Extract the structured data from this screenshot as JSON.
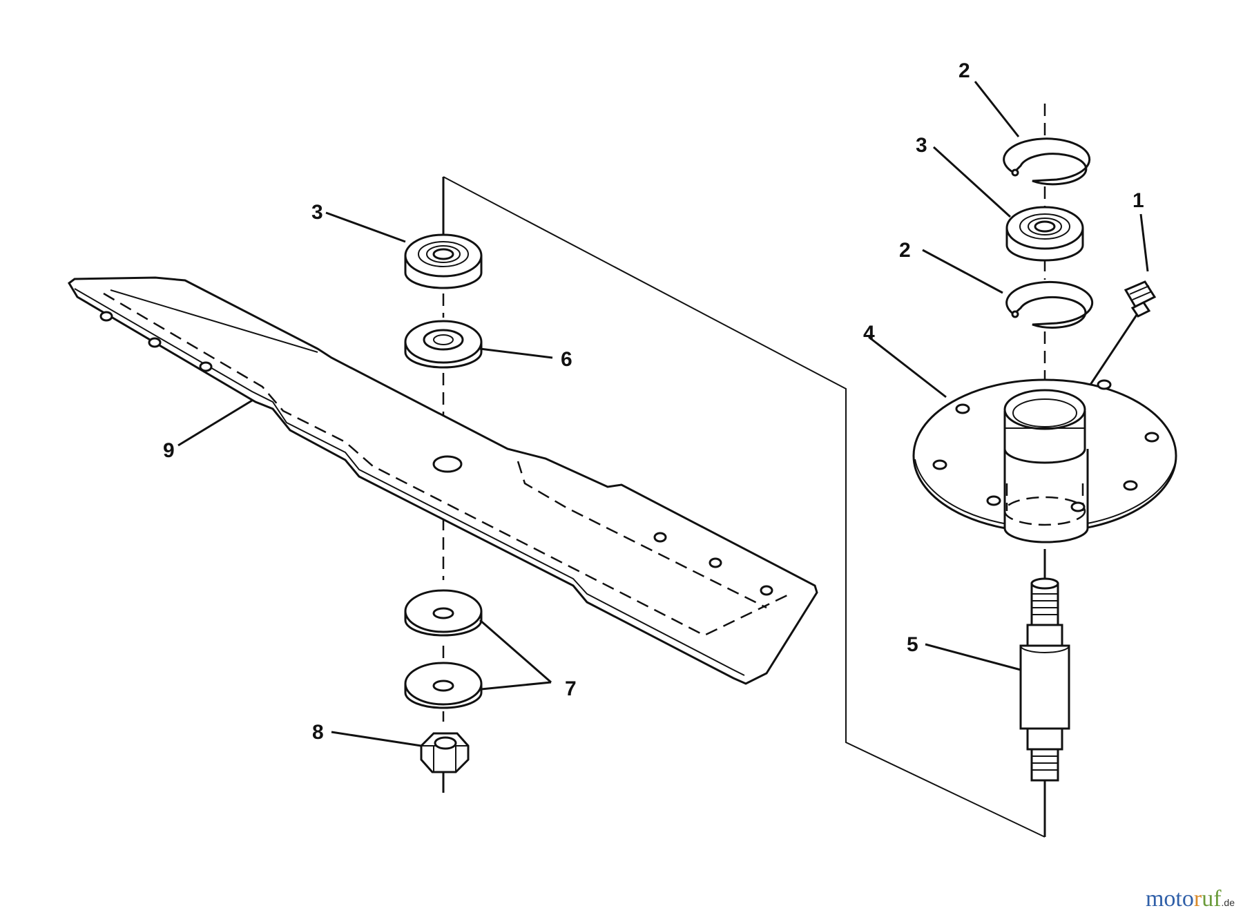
{
  "callouts": {
    "c1": "1",
    "c2a": "2",
    "c2b": "2",
    "c3a": "3",
    "c3b": "3",
    "c4": "4",
    "c5": "5",
    "c6": "6",
    "c7": "7",
    "c8": "8",
    "c9": "9"
  },
  "watermark": {
    "part1": "moto",
    "part2": "r",
    "part3": "uf",
    "tld": ".de"
  }
}
